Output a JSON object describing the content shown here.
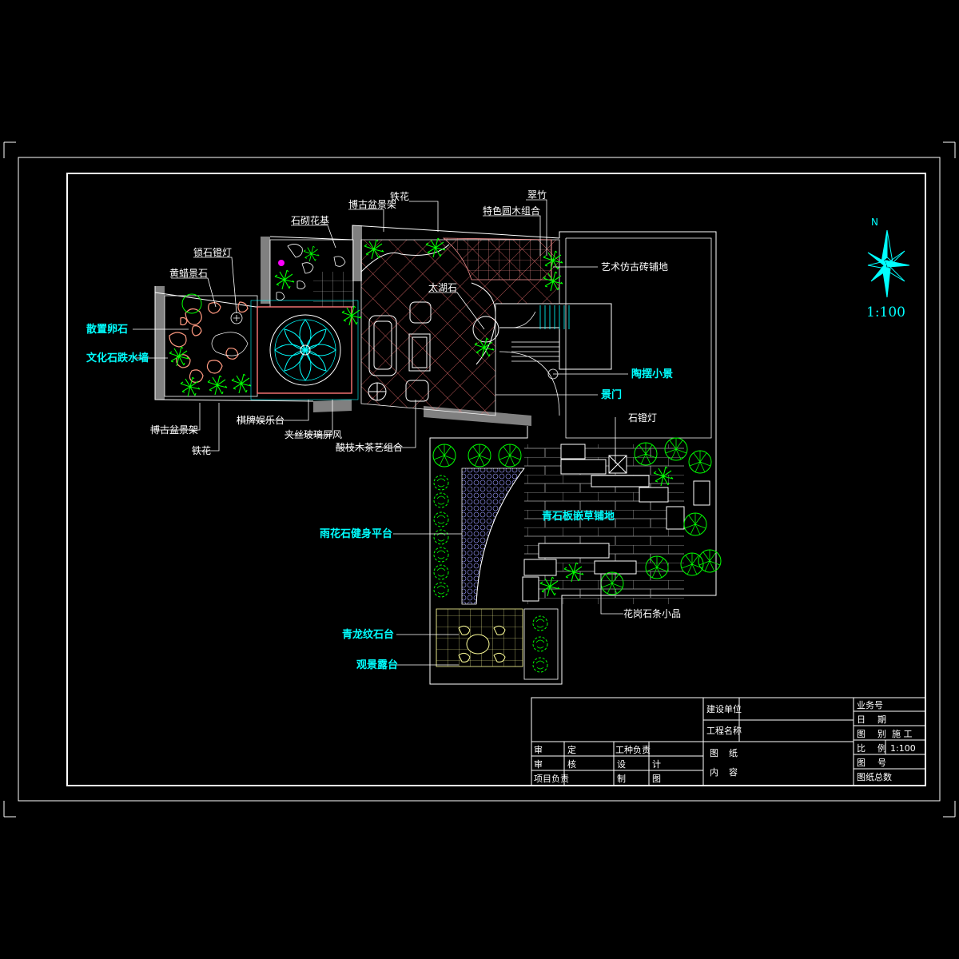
{
  "colors": {
    "background": "#000000",
    "frame": "#ffffff",
    "label": "#ffffff",
    "label_highlight": "#00ffff",
    "plant": "#00ff00",
    "paving_pink": "#ff7777",
    "stone_salmon": "#ff9980",
    "cyan_feature": "#00ffff",
    "wall_grey": "#808080",
    "paving_yellow": "#ffff99",
    "marker_magenta": "#ff00ff"
  },
  "north": {
    "letter": "N",
    "scale": "1:100"
  },
  "labels": {
    "bogu_penjingjia_top": "博古盆景架",
    "tiehua_top": "铁花",
    "cuizhu": "翠竹",
    "tese_yuanmu": "特色圆木组合",
    "shiqi_huatan": "石砌花基",
    "suoshi_dengdeng": "锁石镫灯",
    "huangla_jingshi": "黄蜡景石",
    "sanzhi_luanshi": "散置卵石",
    "wenhuashi_dieshuiqiang": "文化石跌水墙",
    "taihushi": "太湖石",
    "yishu_fanggu": "艺术仿古砖铺地",
    "taobai_xiaojing": "陶摆小景",
    "jingmen": "景门",
    "shidengdeng": "石镫灯",
    "bogu_penjingjia_bottom": "博古盆景架",
    "tiehua_bottom": "铁花",
    "qipai_yuletai": "棋牌娱乐台",
    "jiasi_boli_pingfeng": "夹丝玻璃屏风",
    "suanzhi_muchayi": "酸枝木茶艺组合",
    "qingshiban_qiancao": "青石板嵌草铺地",
    "yuhuashi_jianshen": "雨花石健身平台",
    "huagangshi_xiaopin": "花岗石条小品",
    "qinglongwen_shitai": "青龙纹石台",
    "guanjing_lutai": "观景露台"
  },
  "title_block": {
    "jianshe_danwei": "建设单位",
    "gongcheng_mingcheng": "工程名称",
    "yewuhao": "业务号",
    "riqi_a": "日",
    "riqi_b": "期",
    "tubie_a": "图",
    "tubie_b": "别",
    "tubie_value": "施 工",
    "bili_a": "比",
    "bili_b": "例",
    "bili_value": "1:100",
    "tuhao_a": "图",
    "tuhao_b": "号",
    "tuzhi_zongshu": "图纸总数",
    "shen_a": "审",
    "shen_b": "定",
    "shen2_a": "审",
    "shen2_b": "核",
    "xiangmu_fuze": "项目负责",
    "gongzhong_fuze": "工种负责",
    "sheji_a": "设",
    "sheji_b": "计",
    "zhitu_a": "制",
    "zhitu_b": "图",
    "tuzhi_neirong_a": "图",
    "tuzhi_neirong_b": "纸",
    "tuzhi_neirong_c": "内",
    "tuzhi_neirong_d": "容"
  }
}
